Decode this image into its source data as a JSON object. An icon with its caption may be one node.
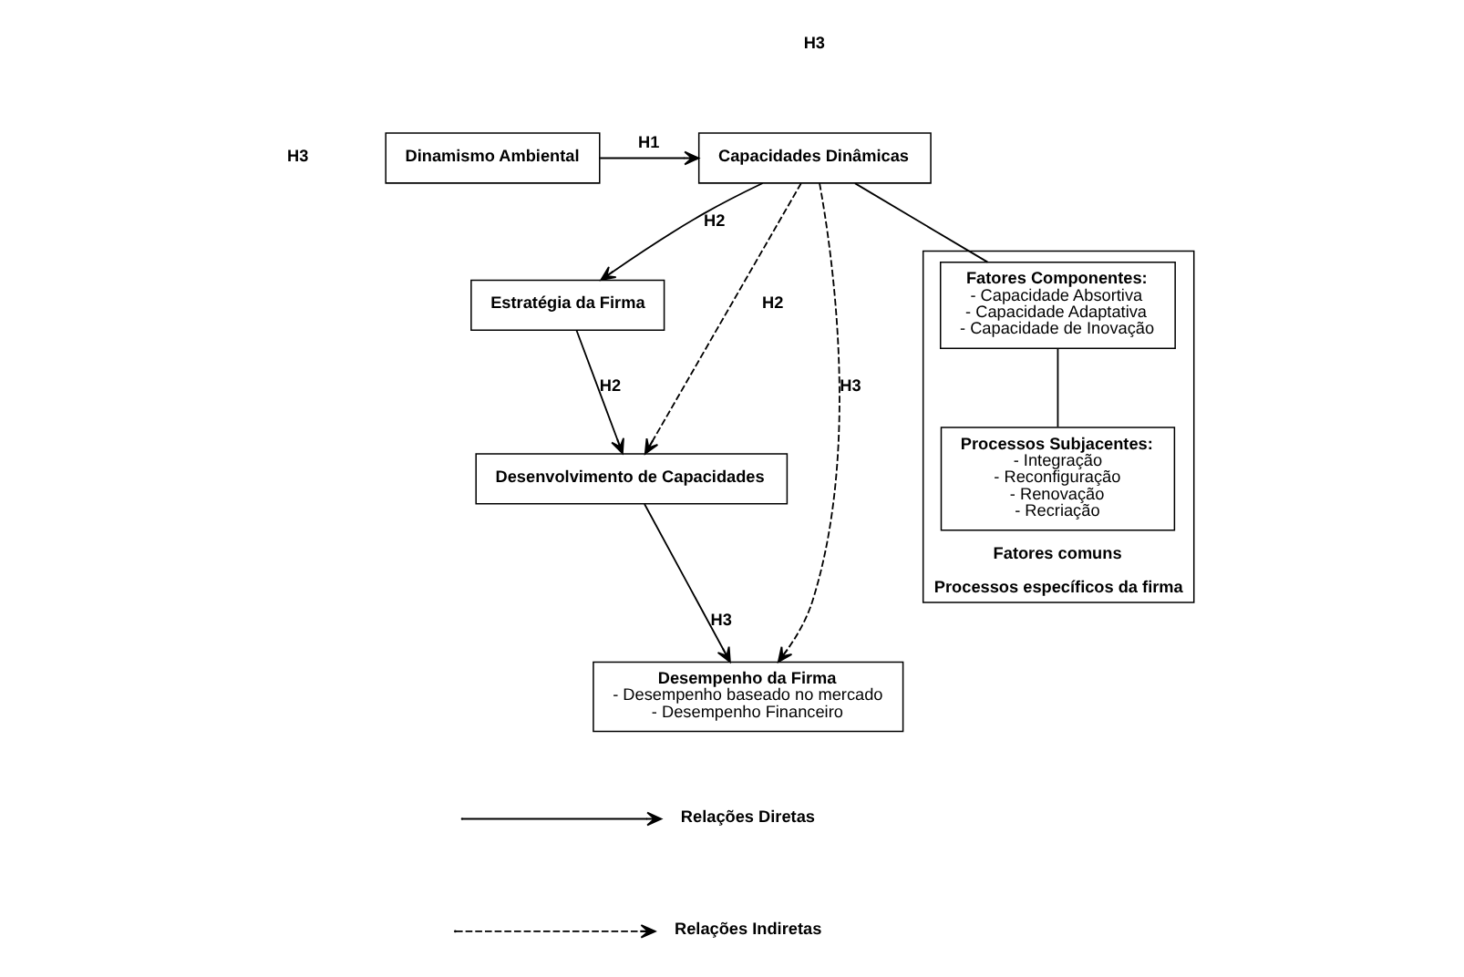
{
  "diagram": {
    "nodes": [
      {
        "text": [
          "Dinamismo Ambiental"
        ]
      },
      {
        "text": [
          "Capacidades Dinâmicas"
        ]
      },
      {
        "text": [
          "Estratégia da Firma"
        ]
      },
      {
        "text": [
          "Desenvolvimento de Capacidades"
        ]
      },
      {
        "text": [
          "Desempenho da Firma",
          "- Desempenho baseado no mercado",
          "- Desempenho Financeiro"
        ]
      },
      {
        "text": [
          "Fatores comuns",
          "Processos específicos da firma"
        ]
      },
      {
        "text": [
          "Fatores Componentes:",
          "- Capacidade Absortiva",
          "- Capacidade Adaptativa",
          "- Capacidade de Inovação"
        ],
        "in": 5
      },
      {
        "text": [
          "Processos Subjacentes:",
          "- Integração",
          "- Reconfiguração",
          "- Renovação",
          "- Recriação"
        ],
        "in": 5
      }
    ],
    "edges": [
      {
        "from": 0,
        "to": 1,
        "arrow": "to",
        "label": "H1"
      },
      {
        "from": 1,
        "to": 2,
        "arrow": "to",
        "label": "H2"
      },
      {
        "from": 2,
        "to": 3,
        "arrow": "to",
        "label": "H2"
      },
      {
        "from": 1,
        "to": 3,
        "arrow": "to",
        "label": "H2",
        "style": "dashed"
      },
      {
        "from": 1,
        "to": 4,
        "arrow": "to",
        "label": "H3",
        "style": "dashed"
      },
      {
        "from": 3,
        "to": 4,
        "arrow": "to",
        "label": "H3"
      },
      {
        "from": 1,
        "to": 6,
        "arrow": "none"
      },
      {
        "from": 6,
        "to": 7,
        "arrow": "none"
      }
    ],
    "labels": [
      "H3",
      "H3"
    ],
    "legend": [
      {
        "text": "Relações Diretas"
      },
      {
        "text": "Relações Indiretas"
      }
    ]
  }
}
